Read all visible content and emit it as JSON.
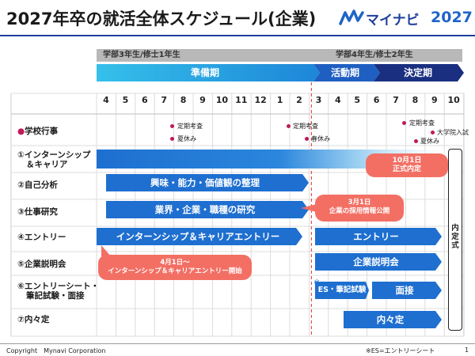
{
  "title": "2027年卒の就活全体スケジュール(企業)",
  "logo": {
    "brand": "マイナビ",
    "year": "2027"
  },
  "year_bars": {
    "left": "学部3年生/修士1年生",
    "right": "学部4年生/修士2年生"
  },
  "phases": {
    "prep": "準備期",
    "active": "活動期",
    "decision": "決定期"
  },
  "months": [
    "4",
    "5",
    "6",
    "7",
    "8",
    "9",
    "10",
    "11",
    "12",
    "1",
    "2",
    "3",
    "4",
    "5",
    "6",
    "7",
    "8",
    "9",
    "10"
  ],
  "rows": {
    "school": {
      "num": "●",
      "label": "学校行事"
    },
    "internship": {
      "num": "①",
      "label1": "インターンシップ",
      "label2": "＆キャリア"
    },
    "self": {
      "num": "②",
      "label": "自己分析"
    },
    "industry": {
      "num": "③",
      "label": "仕事研究"
    },
    "entry": {
      "num": "④",
      "label": "エントリー"
    },
    "seminar": {
      "num": "⑤",
      "label": "企業説明会"
    },
    "es": {
      "num": "⑥",
      "label1": "エントリーシート・",
      "label2": "筆記試験・面接"
    },
    "offer": {
      "num": "⑦",
      "label": "内々定"
    }
  },
  "school_events": {
    "exam1": "定期考査",
    "summer1": "夏休み",
    "exam2": "定期考査",
    "spring": "春休み",
    "exam3": "定期考査",
    "summer2": "夏休み",
    "grad_exam": "大学院入試"
  },
  "bars": {
    "self_analysis": "興味・能力・価値観の整理",
    "industry_research": "業界・企業・職種の研究",
    "internship_entry": "インターンシップ＆キャリアエントリー",
    "entry": "エントリー",
    "seminar": "企業説明会",
    "es_test": "ES・筆記試験",
    "interview": "面接",
    "offer": "内々定",
    "es_mark": "※"
  },
  "callouts": {
    "oct1_line1": "10月1日",
    "oct1_line2": "正式内定",
    "mar1_line1": "3月1日",
    "mar1_line2": "企業の採用情報公開",
    "apr1_line1": "4月1日～",
    "apr1_line2": "インターンシップ＆キャリアエントリー開始"
  },
  "formal_offer": "内定式",
  "footer": {
    "copyright": "Copyright　Mynavi Corporation",
    "note": "※ES=エントリーシート",
    "page": "1"
  },
  "colors": {
    "navy": "#1e3f9c",
    "blue": "#1e6fd0",
    "cyan": "#2aa8e0",
    "coral": "#f36f64",
    "magenta": "#c2185b"
  }
}
